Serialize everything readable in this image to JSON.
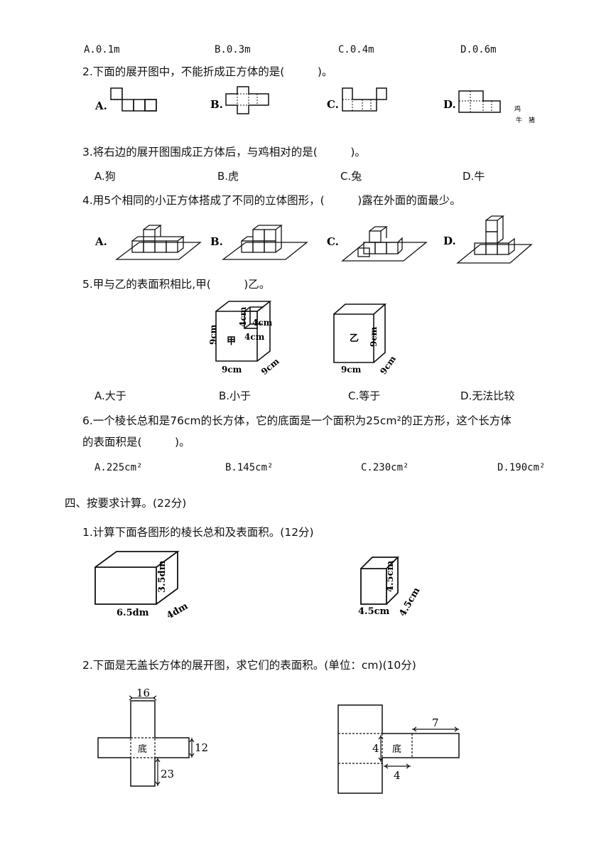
{
  "q1_options": [
    "A.0.1m",
    "B.0.3m",
    "C.0.4m",
    "D.0.6m"
  ],
  "q2": {
    "stem": "2.下面的展开图中，不能折成正方体的是(　　　)。",
    "labels": [
      "A.",
      "B.",
      "C.",
      "D."
    ],
    "side_net": [
      "鸡",
      "牛",
      "猪"
    ]
  },
  "q3": {
    "stem": "3.将右边的展开图围成正方体后，与鸡相对的是(　　　)。",
    "options": [
      "A.狗",
      "B.虎",
      "C.兔",
      "D.牛"
    ]
  },
  "q4": {
    "stem": "4.用5个相同的小正方体搭成了不同的立体图形，(　　　)露在外面的面最少。",
    "labels": [
      "A.",
      "B.",
      "C.",
      "D."
    ]
  },
  "q5": {
    "stem": "5.甲与乙的表面积相比,甲(　　　)乙。",
    "jia": {
      "name": "甲",
      "h": "9cm",
      "w": "9cm",
      "d": "9cm",
      "cut1": "4cm",
      "cut2": "4cm",
      "cut3": "4cm"
    },
    "yi": {
      "name": "乙",
      "h": "9cm",
      "w": "9cm",
      "d": "9cm"
    },
    "options": [
      "A.大于",
      "B.小于",
      "C.等于",
      "D.无法比较"
    ]
  },
  "q6": {
    "stem_line1": "6.一个棱长总和是76cm的长方体，它的底面是一个面积为25cm²的正方形，这个长方体",
    "stem_line2": "的表面积是(　　　)。",
    "options": [
      "A.225cm²",
      "B.145cm²",
      "C.230cm²",
      "D.190cm²"
    ]
  },
  "section4": {
    "title": "四、按要求计算。(22分)",
    "p1": "1.计算下面各图形的棱长总和及表面积。(12分)",
    "cuboid": {
      "length": "6.5dm",
      "width": "4dm",
      "height": "3.5dm"
    },
    "cube": {
      "edge1": "4.5cm",
      "edge2": "4.5cm",
      "edge3": "4.5cm"
    },
    "p2": "2.下面是无盖长方体的展开图，求它们的表面积。(单位：cm)(10分)",
    "net1": {
      "top": "16",
      "right": "12",
      "bottom": "23",
      "base": "底"
    },
    "net2": {
      "top": "7",
      "left": "4",
      "bottom": "4",
      "base": "底"
    }
  }
}
